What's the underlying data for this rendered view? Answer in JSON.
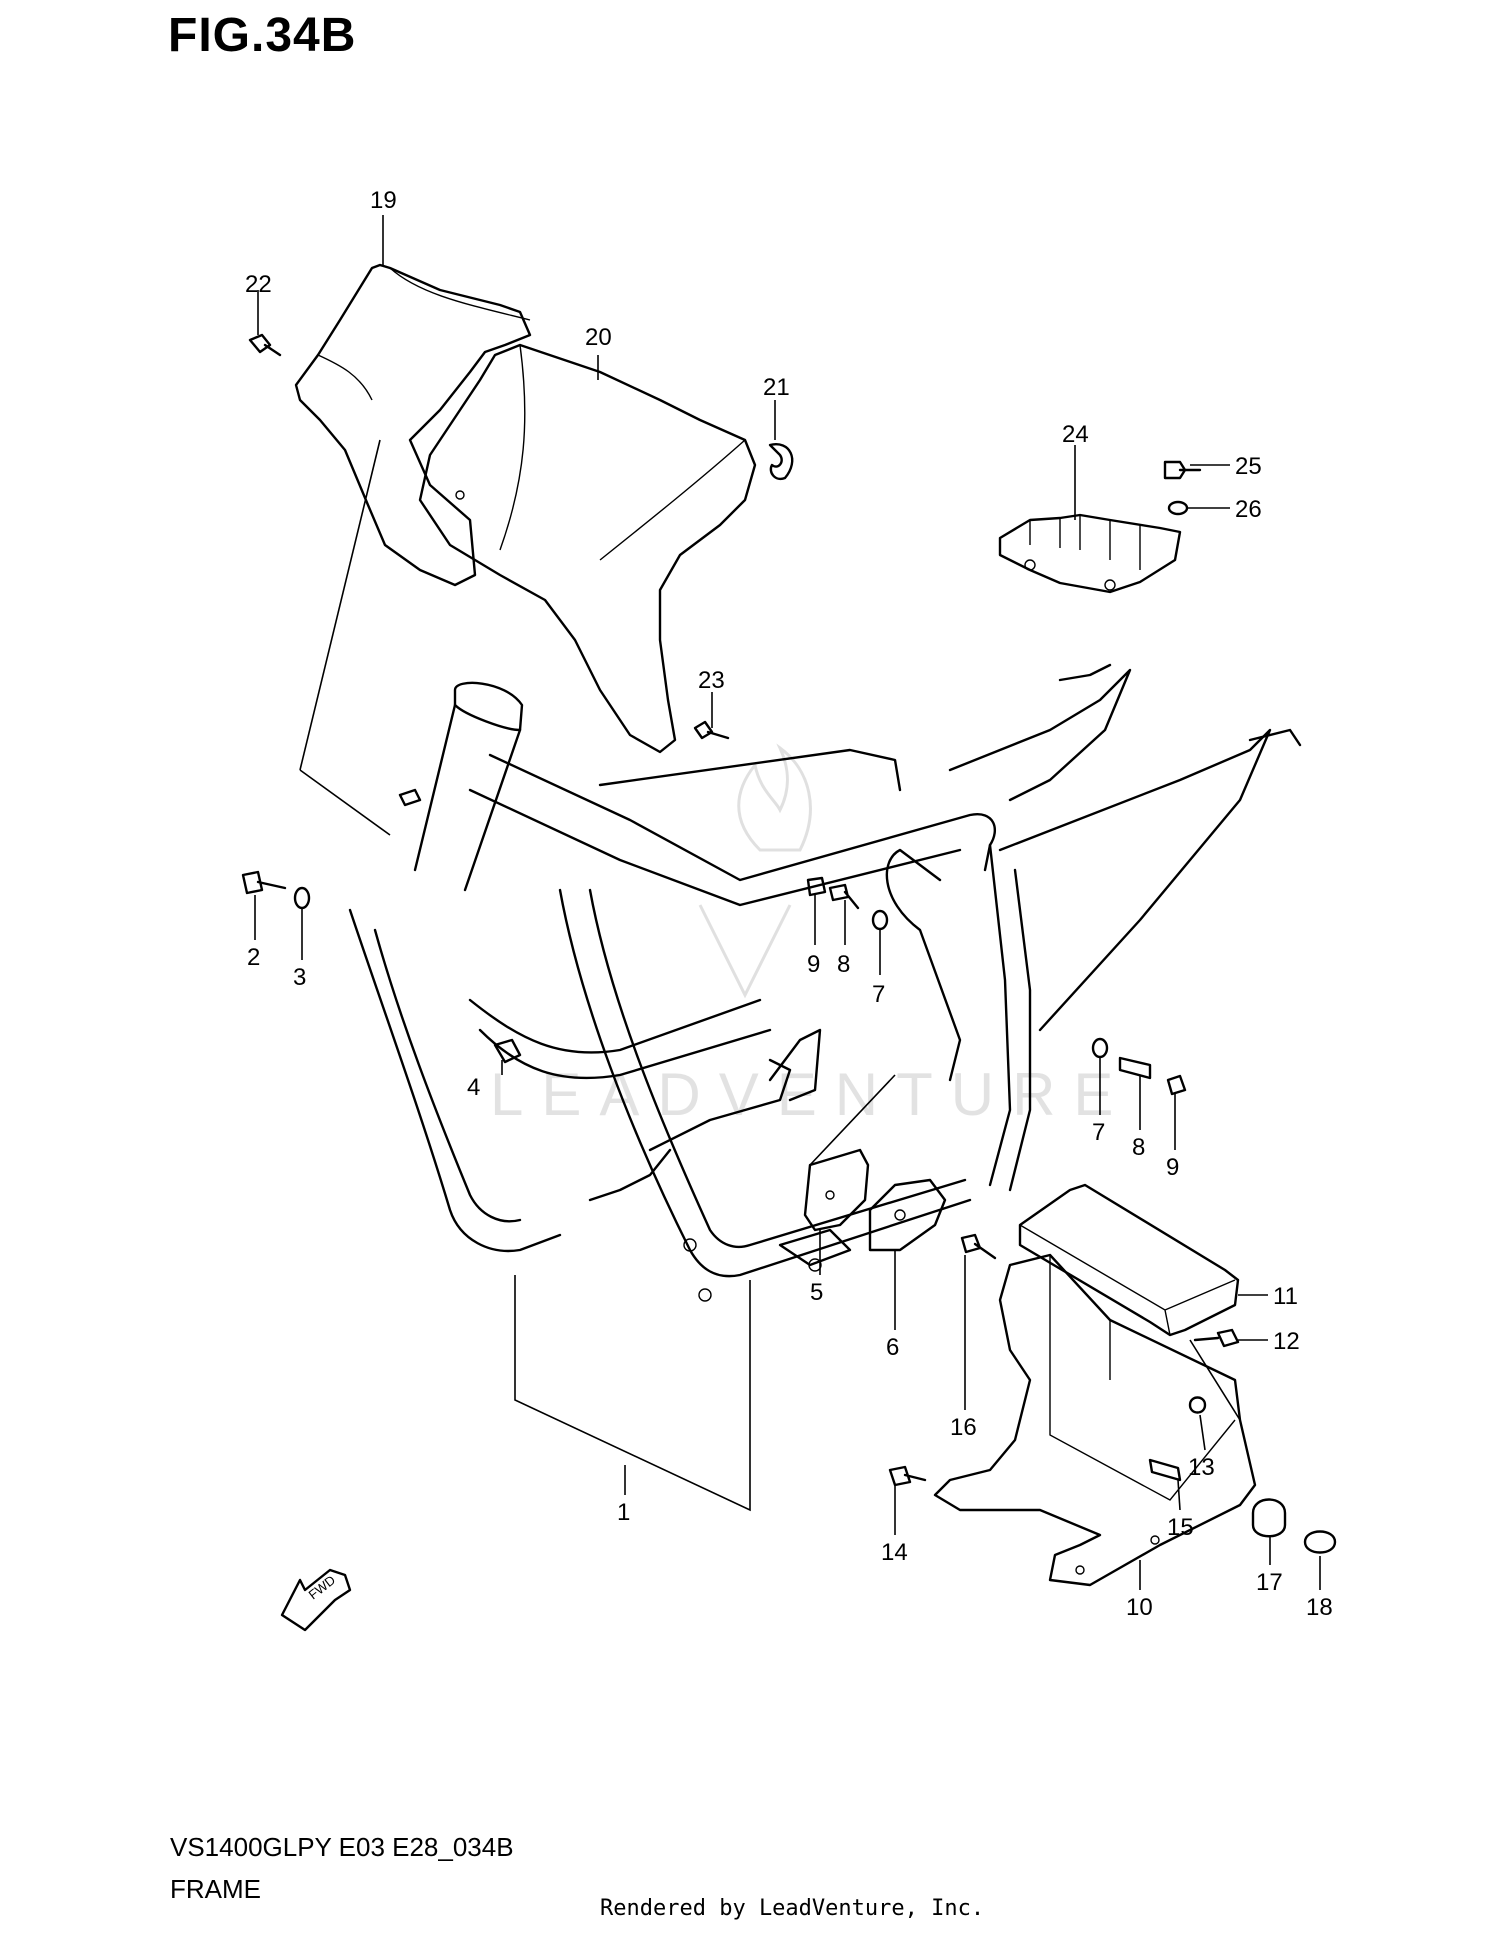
{
  "figure": {
    "title": "FIG.34B",
    "model_code": "VS1400GLPY E03 E28_034B",
    "section": "FRAME",
    "rendered_by": "Rendered by LeadVenture, Inc.",
    "watermark": "LEADVENTURE",
    "fwd_label": "FWD"
  },
  "callouts": [
    {
      "id": "c1",
      "label": "1"
    },
    {
      "id": "c2",
      "label": "2"
    },
    {
      "id": "c3",
      "label": "3"
    },
    {
      "id": "c4",
      "label": "4"
    },
    {
      "id": "c5",
      "label": "5"
    },
    {
      "id": "c6",
      "label": "6"
    },
    {
      "id": "c7a",
      "label": "7"
    },
    {
      "id": "c7b",
      "label": "7"
    },
    {
      "id": "c8a",
      "label": "8"
    },
    {
      "id": "c8b",
      "label": "8"
    },
    {
      "id": "c9a",
      "label": "9"
    },
    {
      "id": "c9b",
      "label": "9"
    },
    {
      "id": "c10",
      "label": "10"
    },
    {
      "id": "c11",
      "label": "11"
    },
    {
      "id": "c12",
      "label": "12"
    },
    {
      "id": "c13",
      "label": "13"
    },
    {
      "id": "c14",
      "label": "14"
    },
    {
      "id": "c15",
      "label": "15"
    },
    {
      "id": "c16",
      "label": "16"
    },
    {
      "id": "c17",
      "label": "17"
    },
    {
      "id": "c18",
      "label": "18"
    },
    {
      "id": "c19",
      "label": "19"
    },
    {
      "id": "c20",
      "label": "20"
    },
    {
      "id": "c21",
      "label": "21"
    },
    {
      "id": "c22",
      "label": "22"
    },
    {
      "id": "c23",
      "label": "23"
    },
    {
      "id": "c24",
      "label": "24"
    },
    {
      "id": "c25",
      "label": "25"
    },
    {
      "id": "c26",
      "label": "26"
    }
  ]
}
